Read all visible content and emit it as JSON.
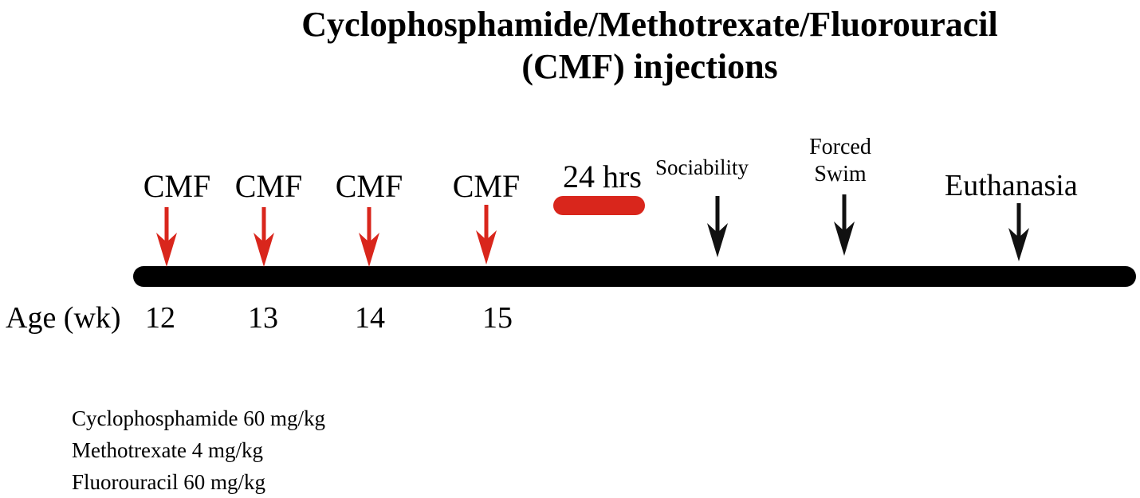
{
  "title": {
    "line1": "Cyclophosphamide/Methotrexate/Fluorouracil",
    "line2": "(CMF) injections"
  },
  "timeline": {
    "age_label": "Age (wk)",
    "injections": [
      {
        "label": "CMF",
        "age": "12"
      },
      {
        "label": "CMF",
        "age": "13"
      },
      {
        "label": "CMF",
        "age": "14"
      },
      {
        "label": "CMF",
        "age": "15"
      }
    ],
    "interval_label": "24 hrs",
    "events": [
      {
        "label": "Sociability"
      },
      {
        "label_line1": "Forced",
        "label_line2": "Swim"
      },
      {
        "label": "Euthanasia"
      }
    ]
  },
  "doses": [
    "Cyclophosphamide 60 mg/kg",
    "Methotrexate 4 mg/kg",
    "Fluorouracil 60 mg/kg"
  ],
  "colors": {
    "injection_arrow": "#d9261c",
    "interval_bar": "#d9261c",
    "event_arrow": "#111111",
    "timeline_bar": "#000000"
  }
}
